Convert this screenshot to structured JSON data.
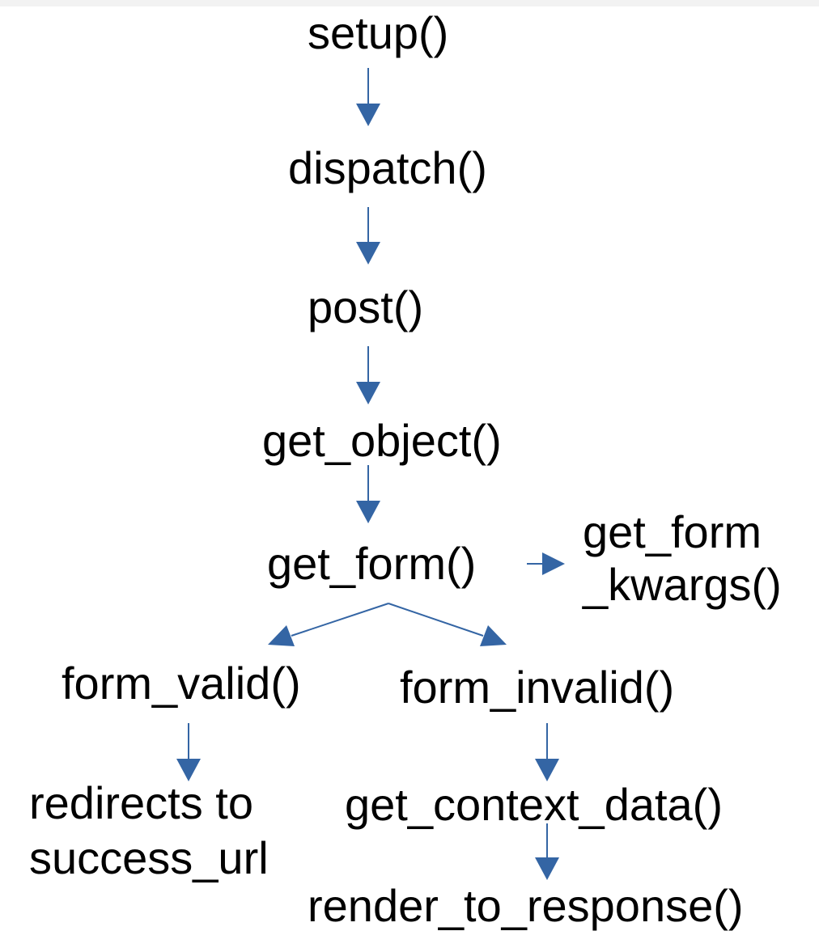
{
  "diagram": {
    "arrow_color": "#3465a4",
    "nodes": {
      "setup": "setup()",
      "dispatch": "dispatch()",
      "post": "post()",
      "get_object": "get_object()",
      "get_form": "get_form()",
      "get_form_kwargs_line1": "get_form",
      "get_form_kwargs_line2": "_kwargs()",
      "form_valid": "form_valid()",
      "form_invalid": "form_invalid()",
      "redirect_line1": "redirects to",
      "redirect_line2": "success_url",
      "get_context_data": "get_context_data()",
      "render_to_response": "render_to_response()"
    },
    "edges": [
      [
        "setup()",
        "dispatch()"
      ],
      [
        "dispatch()",
        "post()"
      ],
      [
        "post()",
        "get_object()"
      ],
      [
        "get_object()",
        "get_form()"
      ],
      [
        "get_form()",
        "get_form_kwargs()"
      ],
      [
        "get_form()",
        "form_valid()"
      ],
      [
        "get_form()",
        "form_invalid()"
      ],
      [
        "form_valid()",
        "redirects to success_url"
      ],
      [
        "form_invalid()",
        "get_context_data()"
      ],
      [
        "get_context_data()",
        "render_to_response()"
      ]
    ]
  }
}
